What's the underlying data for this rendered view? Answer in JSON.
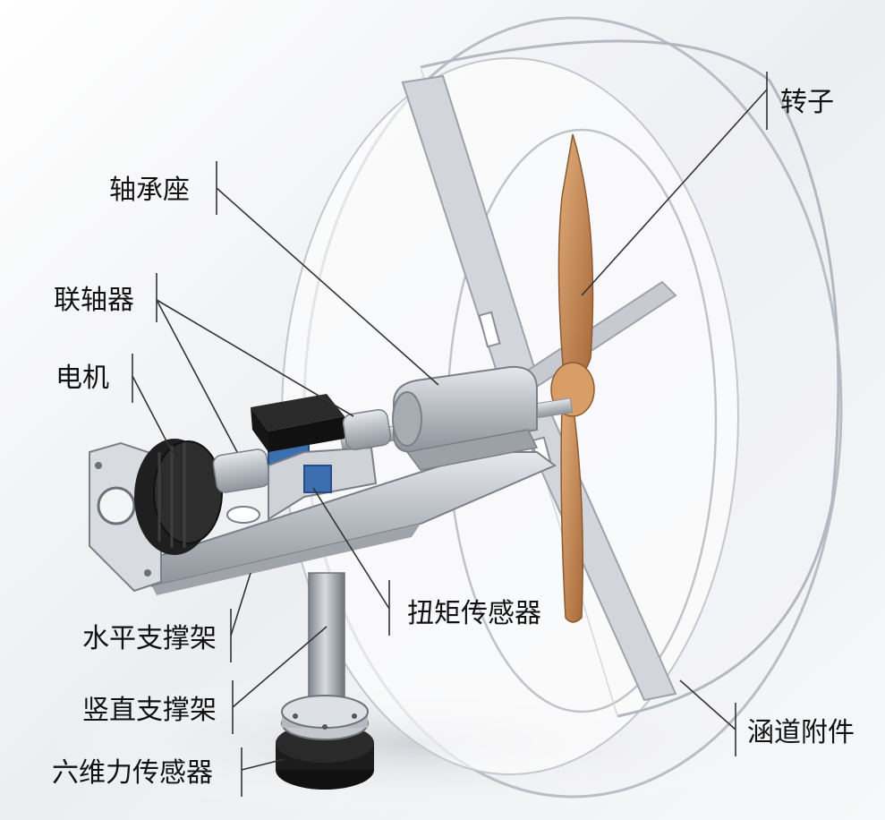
{
  "labels": {
    "rotor": "转子",
    "bearing_seat": "轴承座",
    "coupling": "联轴器",
    "motor": "电机",
    "torque_sensor": "扭矩传感器",
    "horizontal_support": "水平支撑架",
    "vertical_support": "竖直支撑架",
    "six_axis_sensor": "六维力传感器",
    "duct_attachment": "涵道附件"
  },
  "colors": {
    "duct_rim": "#b9bec6",
    "metal": "#c8cbd1",
    "motor_black": "#1f1f1f",
    "sensor_blue": "#3b6fb0",
    "propeller": "#c78b55",
    "leader_line": "#333333",
    "text": "#111111"
  }
}
